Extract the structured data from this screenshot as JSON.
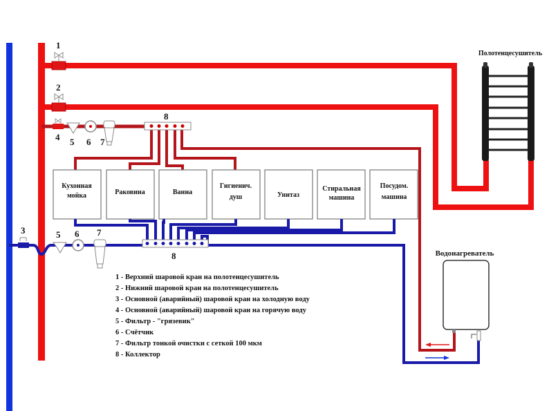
{
  "colors": {
    "hot_riser": "#ee1111",
    "hot_line": "#b3151b",
    "cold_riser": "#1133dd",
    "cold_line": "#1a1aa8",
    "towel_rail": "#1a1a1a"
  },
  "labels": {
    "n1": "1",
    "n2": "2",
    "n3": "3",
    "n4": "4",
    "n5": "5",
    "n6": "6",
    "n7": "7",
    "n8": "8"
  },
  "towel_rail": "Полотенцесушитель",
  "water_heater": "Водонагреватель",
  "fixtures": [
    {
      "line1": "Кухонная",
      "line2": "мойка"
    },
    {
      "line1": "Раковина",
      "line2": ""
    },
    {
      "line1": "Ванна",
      "line2": ""
    },
    {
      "line1": "Гигиенич.",
      "line2": "душ"
    },
    {
      "line1": "Унитаз",
      "line2": ""
    },
    {
      "line1": "Стиральная",
      "line2": "машина"
    },
    {
      "line1": "Посудом.",
      "line2": "машина"
    }
  ],
  "legend": [
    "1 - Верхний шаровой кран на полотенцесушитель",
    "2 - Нижний шаровой кран на полотенцесушитель",
    "3 - Основной (аварийный) шаровой кран на холодную воду",
    "4 - Основной (аварийный) шаровой кран на горячую воду",
    "5 - Фильтр - \"грязевик\"",
    "6 - Счётчик",
    "7 - Фильтр тонкой очистки с сеткой 100 мкм",
    "8 - Коллектор"
  ]
}
